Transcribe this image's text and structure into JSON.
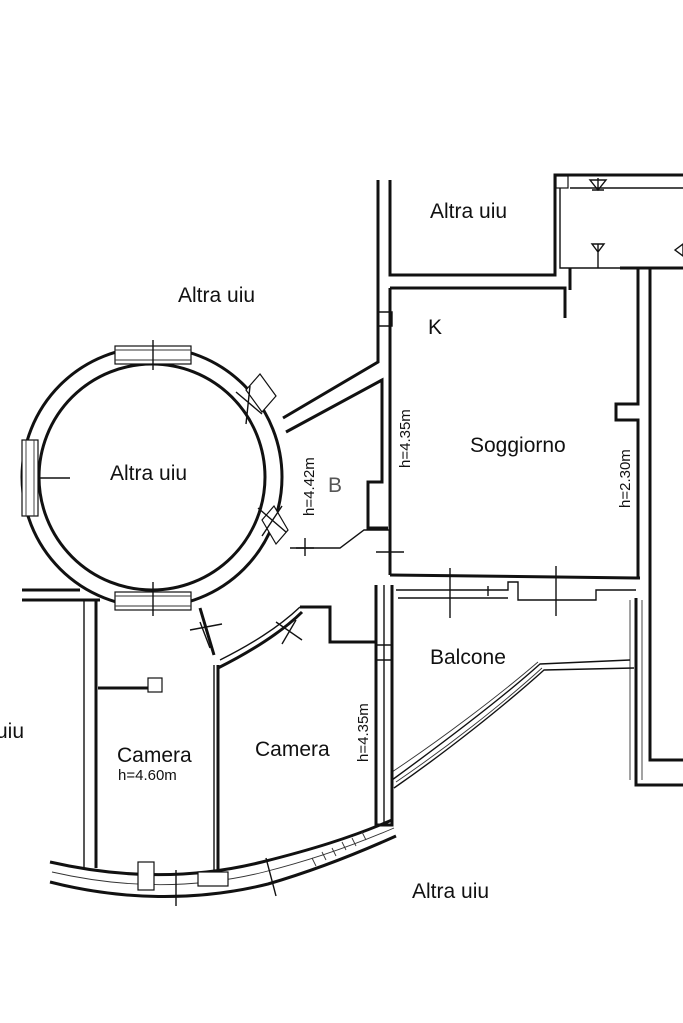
{
  "plan": {
    "rooms": {
      "altra_top_right": "Altra uiu",
      "altra_top_left": "Altra uiu",
      "altra_round": "Altra uiu",
      "altra_left_edge": "uiu",
      "altra_bottom": "Altra uiu",
      "kitchen": "K",
      "soggiorno": "Soggiorno",
      "bath": "B",
      "balcone": "Balcone",
      "camera_left": "Camera",
      "camera_right": "Camera"
    },
    "heights": {
      "soggiorno_left": "h=4.35m",
      "soggiorno_right": "h=2.30m",
      "bath": "h=4.42m",
      "camera_left": "h=4.60m",
      "camera_right": "h=4.35m"
    }
  }
}
